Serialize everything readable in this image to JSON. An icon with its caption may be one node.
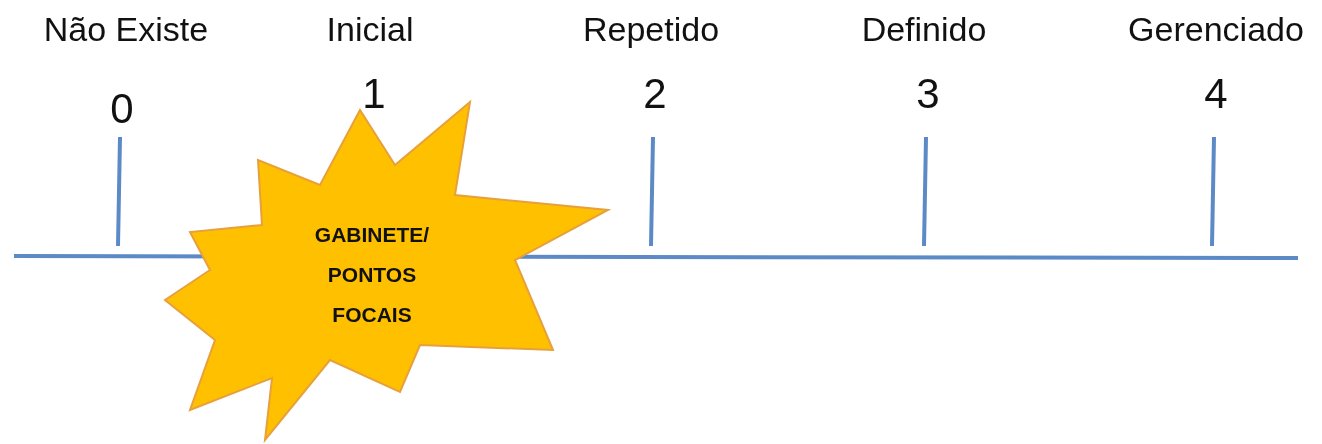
{
  "diagram": {
    "nodes": [
      {
        "text": [
          "GABINETE/ PONTOS FOCAIS"
        ]
      }
    ],
    "edges": [],
    "labels": [
      "Não Existe",
      "Inicial",
      "Repetido",
      "Definido",
      "Gerenciado",
      "0",
      "1",
      "2",
      "3",
      "4"
    ]
  }
}
